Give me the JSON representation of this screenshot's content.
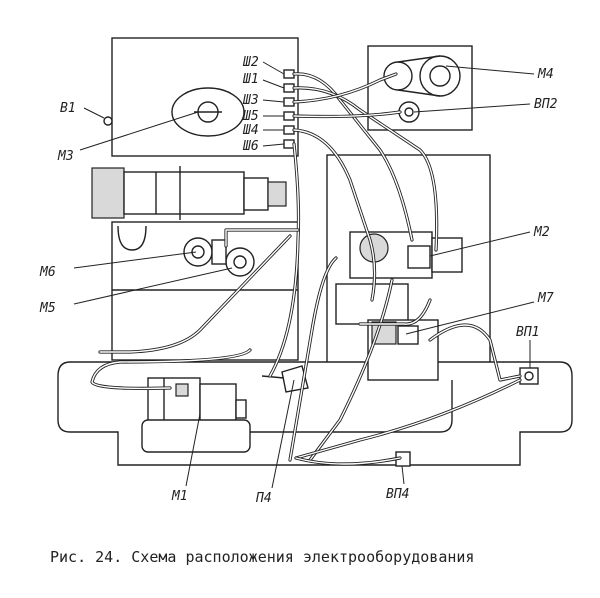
{
  "labels": {
    "sh2": "Ш2",
    "sh1": "Ш1",
    "sh3": "Ш3",
    "sh5": "Ш5",
    "sh4": "Ш4",
    "sh6": "Ш6",
    "v1": "В1",
    "m3": "М3",
    "m4": "М4",
    "vp2": "ВП2",
    "m2": "М2",
    "m7": "М7",
    "vp1": "ВП1",
    "m6": "М6",
    "m5": "М5",
    "m1": "М1",
    "p4": "П4",
    "vp4": "ВП4"
  },
  "caption": "Рис. 24. Схема расположения электрооборудования"
}
